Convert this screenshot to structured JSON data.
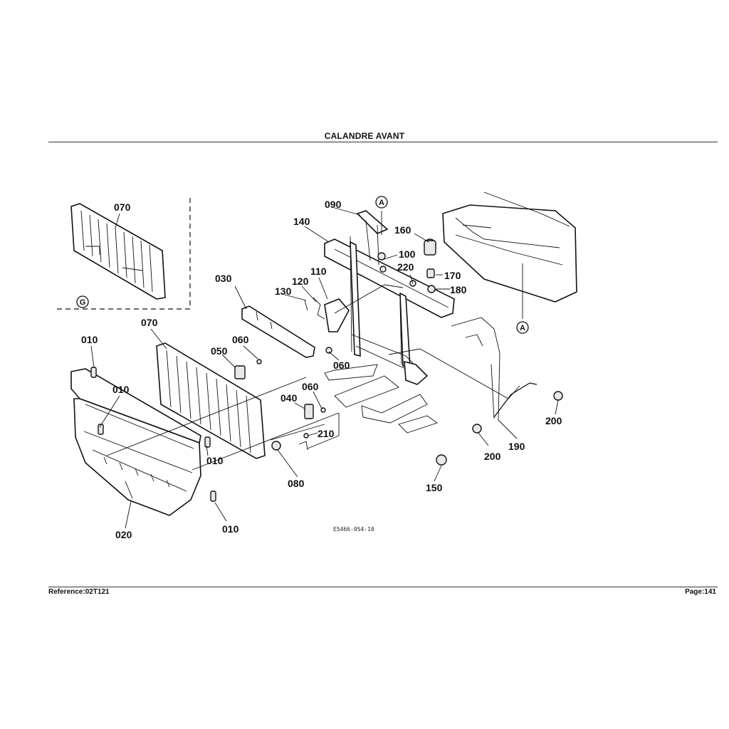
{
  "header": {
    "title": "CALANDRE AVANT"
  },
  "footer": {
    "reference": "Reference:02T121",
    "page": "Page:141"
  },
  "diagram": {
    "drawing_ref": "E5466-054-10",
    "circle_labels": {
      "a_top": "A",
      "a_right": "A",
      "g": "G"
    },
    "callouts": {
      "c070_inset": "070",
      "c070_main": "070",
      "c010_top": "010",
      "c010_left": "010",
      "c010_mid": "010",
      "c010_bottom": "010",
      "c020": "020",
      "c030": "030",
      "c040": "040",
      "c050": "050",
      "c060_a": "060",
      "c060_b": "060",
      "c060_c": "060",
      "c080": "080",
      "c090": "090",
      "c100": "100",
      "c110": "110",
      "c120": "120",
      "c130": "130",
      "c140": "140",
      "c150": "150",
      "c160": "160",
      "c170": "170",
      "c180": "180",
      "c190": "190",
      "c200_a": "200",
      "c200_b": "200",
      "c210": "210",
      "c220": "220"
    }
  }
}
